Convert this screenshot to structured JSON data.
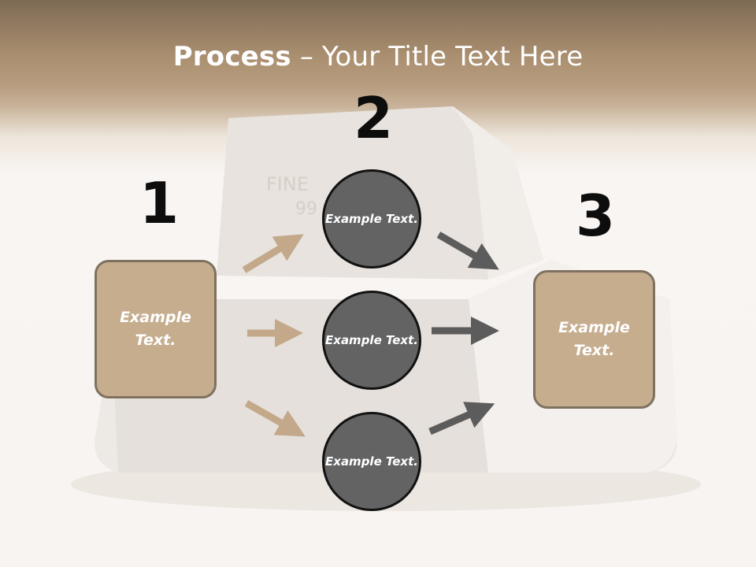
{
  "slide": {
    "title_bold": "Process",
    "title_rest": " – Your Title Text Here",
    "steps": [
      {
        "number": "1",
        "text": "Example Text."
      },
      {
        "number": "2",
        "text": "Example Text."
      },
      {
        "number": "3",
        "text": "Example Text."
      }
    ],
    "circles": [
      {
        "text": "Example Text."
      },
      {
        "text": "Example Text."
      },
      {
        "text": "Example Text."
      }
    ],
    "colors": {
      "header": "#a98e6f",
      "box_fill": "#c6ad8e",
      "box_border": "#7f7160",
      "circle_fill": "#636363",
      "circle_border": "#121212",
      "arrow_tan": "#c3a98a",
      "arrow_gray": "#5c5c5c"
    }
  }
}
